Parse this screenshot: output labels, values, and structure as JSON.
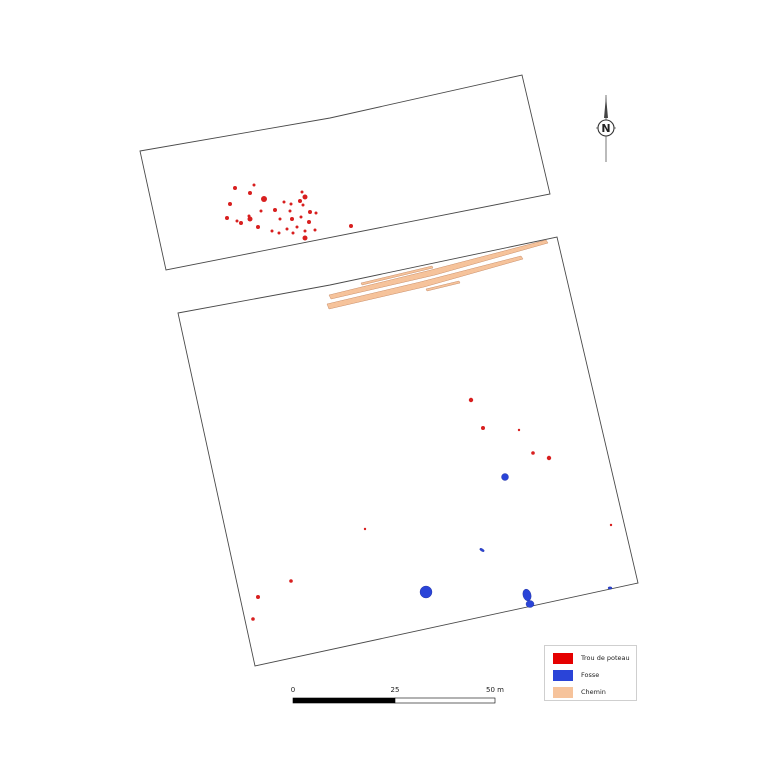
{
  "north_arrow": {
    "label": "N"
  },
  "legend": {
    "items": [
      {
        "label": "Trou de poteau",
        "color": "#e50000"
      },
      {
        "label": "Fosse",
        "color": "#2a44d8"
      },
      {
        "label": "Chemin",
        "color": "#f6c39b"
      }
    ]
  },
  "scale_bar": {
    "ticks": [
      "0",
      "25",
      "50 m"
    ]
  },
  "colors": {
    "outline": "#4a4a4a",
    "post_hole": "#d81f1f",
    "pit": "#2a44d8",
    "path_fill": "#f6c39b",
    "path_stroke": "#c98f6b"
  }
}
